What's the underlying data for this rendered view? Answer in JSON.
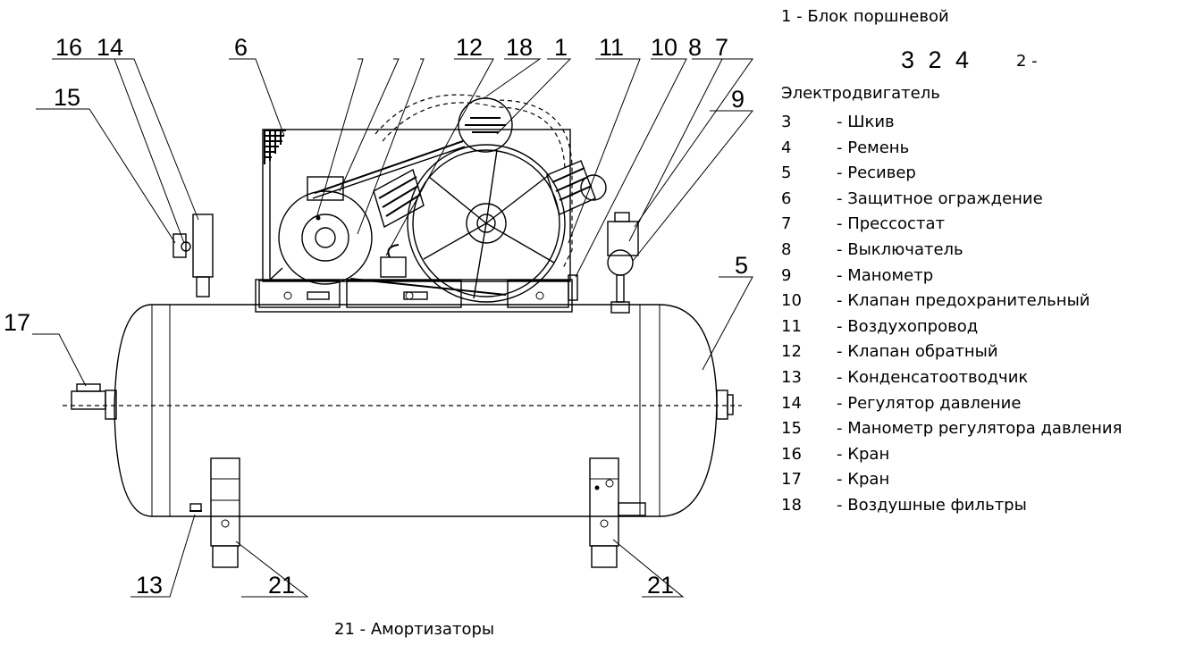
{
  "callouts": {
    "c16": "16",
    "c14": "14",
    "c15": "15",
    "c6": "6",
    "c12": "12",
    "c18": "18",
    "c1": "1",
    "c11": "11",
    "c10": "10",
    "c8": "8",
    "c7": "7",
    "c9": "9",
    "c5": "5",
    "c17": "17",
    "c13": "13",
    "c21a": "21",
    "c21b": "21"
  },
  "bottom_caption": "21 - Амортизаторы",
  "legend": {
    "first": "1 - Блок поршневой",
    "big_numbers": "3 2 4",
    "big_suffix": "2 -",
    "motor": "Электродвигатель",
    "items": [
      {
        "num": "3",
        "label": "- Шкив"
      },
      {
        "num": "4",
        "label": "- Ремень"
      },
      {
        "num": "5",
        "label": "- Ресивер"
      },
      {
        "num": "6",
        "label": "- Защитное ограждение"
      },
      {
        "num": "7",
        "label": "- Прессостат"
      },
      {
        "num": "8",
        "label": "- Выключатель"
      },
      {
        "num": "9",
        "label": "- Манометр"
      },
      {
        "num": "10",
        "label": "- Клапан предохранительный"
      },
      {
        "num": "11",
        "label": "- Воздухопровод"
      },
      {
        "num": "12",
        "label": "- Клапан обратный"
      },
      {
        "num": "13",
        "label": "- Конденсатоотводчик"
      },
      {
        "num": "14",
        "label": "- Регулятор давление"
      },
      {
        "num": "15",
        "label": "- Манометр регулятора давления"
      },
      {
        "num": "16",
        "label": "- Кран"
      },
      {
        "num": "17",
        "label": "- Кран"
      },
      {
        "num": "18",
        "label": "- Воздушные фильтры"
      }
    ]
  }
}
